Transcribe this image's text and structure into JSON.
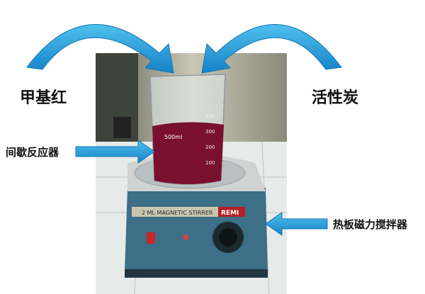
{
  "labels": {
    "methyl_red": "甲基红",
    "activated_carbon": "活性炭",
    "batch_reactor": "间歇反应器",
    "stirrer": "热板磁力搅拌器"
  },
  "photo": {
    "stirrer_label": "2 ML MAGNETIC STIRRER",
    "brand": "REMI",
    "beaker_volume": "500ml",
    "beaker_marks": [
      "400",
      "300",
      "200",
      "100"
    ]
  },
  "colors": {
    "arrow": "#1e9ad6",
    "liquid": "#7a1030",
    "stirrer_body": "#3d6f86"
  }
}
